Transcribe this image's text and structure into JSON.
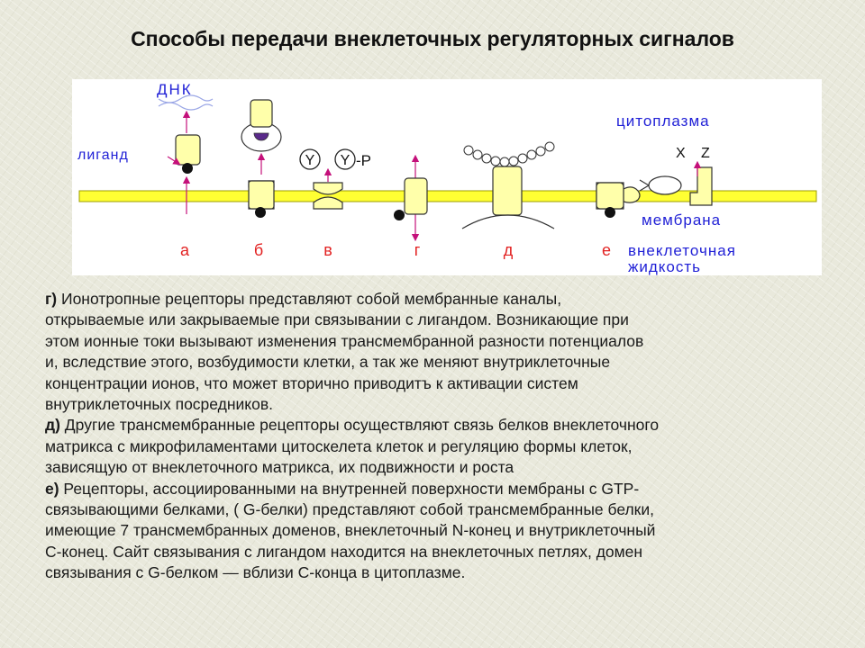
{
  "title": "Способы передачи внеклеточных регуляторных сигналов",
  "diagram": {
    "labels": {
      "dna": "ДНК",
      "ligand": "лиганд",
      "cytoplasm": "цитоплазма",
      "membrane": "мембрана",
      "extracellular_1": "внеклеточная",
      "extracellular_2": "жидкость",
      "y_left": "Y",
      "y_right": "Y",
      "p_suffix": "-P",
      "x": "X",
      "z": "Z"
    },
    "letters": [
      "а",
      "б",
      "в",
      "г",
      "д",
      "е"
    ],
    "colors": {
      "membrane": "#ffff33",
      "receptor": "#ffffaa",
      "label_blue": "#1f1fd6",
      "label_red": "#e22222",
      "arrow": "#c4107a"
    }
  },
  "text": {
    "p1": {
      "label": "г)",
      "lines": [
        " Ионотропные рецепторы представляют собой мембранные каналы,",
        "открываемые или закрываемые при связывании с лигандом. Возникающие при",
        "этом ионные токи вызывают изменения трансмембранной разности потенциалов",
        "и, вследствие этого, возбудимости клетки, а так же меняют внутриклеточные",
        "концентрации ионов, что может вторично приводитъ к активации систем",
        "внутриклеточных посредников."
      ]
    },
    "p2": {
      "label": "д)",
      "lines": [
        " Другие трансмембранные рецепторы осуществляют связь белков внеклеточного",
        "матрикса с микрофиламентами цитоскелета клеток и регуляцию формы клеток,",
        "зависящую от внеклеточного матрикса, их подвижности и роста"
      ]
    },
    "p3": {
      "label": "е)",
      "lines": [
        " Рецепторы, ассоциированными на внутренней поверхности мембраны с GTP-",
        "связывающими белками, ( G-белки) представляют собой трансмембранные белки,",
        "имеющие 7 трансмембранных доменов, внеклеточный N-конец и внутриклеточный",
        "C-конец. Сайт связывания с лигандом находится на внеклеточных петлях, домен",
        "связывания с G-белком — вблизи C-конца в цитоплазме."
      ]
    }
  }
}
